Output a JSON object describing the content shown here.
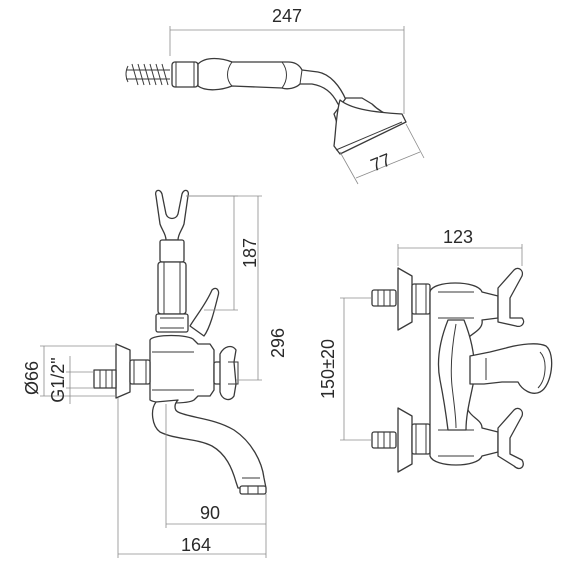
{
  "dimensions": {
    "hand_shower_length": "247",
    "hand_shower_head_diameter": "77",
    "holder_height": "187",
    "total_height": "296",
    "flange_diameter": "Ø66",
    "thread_size": "G1/2\"",
    "spout_reach": "90",
    "total_depth": "164",
    "handle_width": "123",
    "inlet_centers": "150±20"
  },
  "colors": {
    "line": "#3a3a3a",
    "dimension_line": "#8c8c8c",
    "text": "#2a2a2a"
  }
}
